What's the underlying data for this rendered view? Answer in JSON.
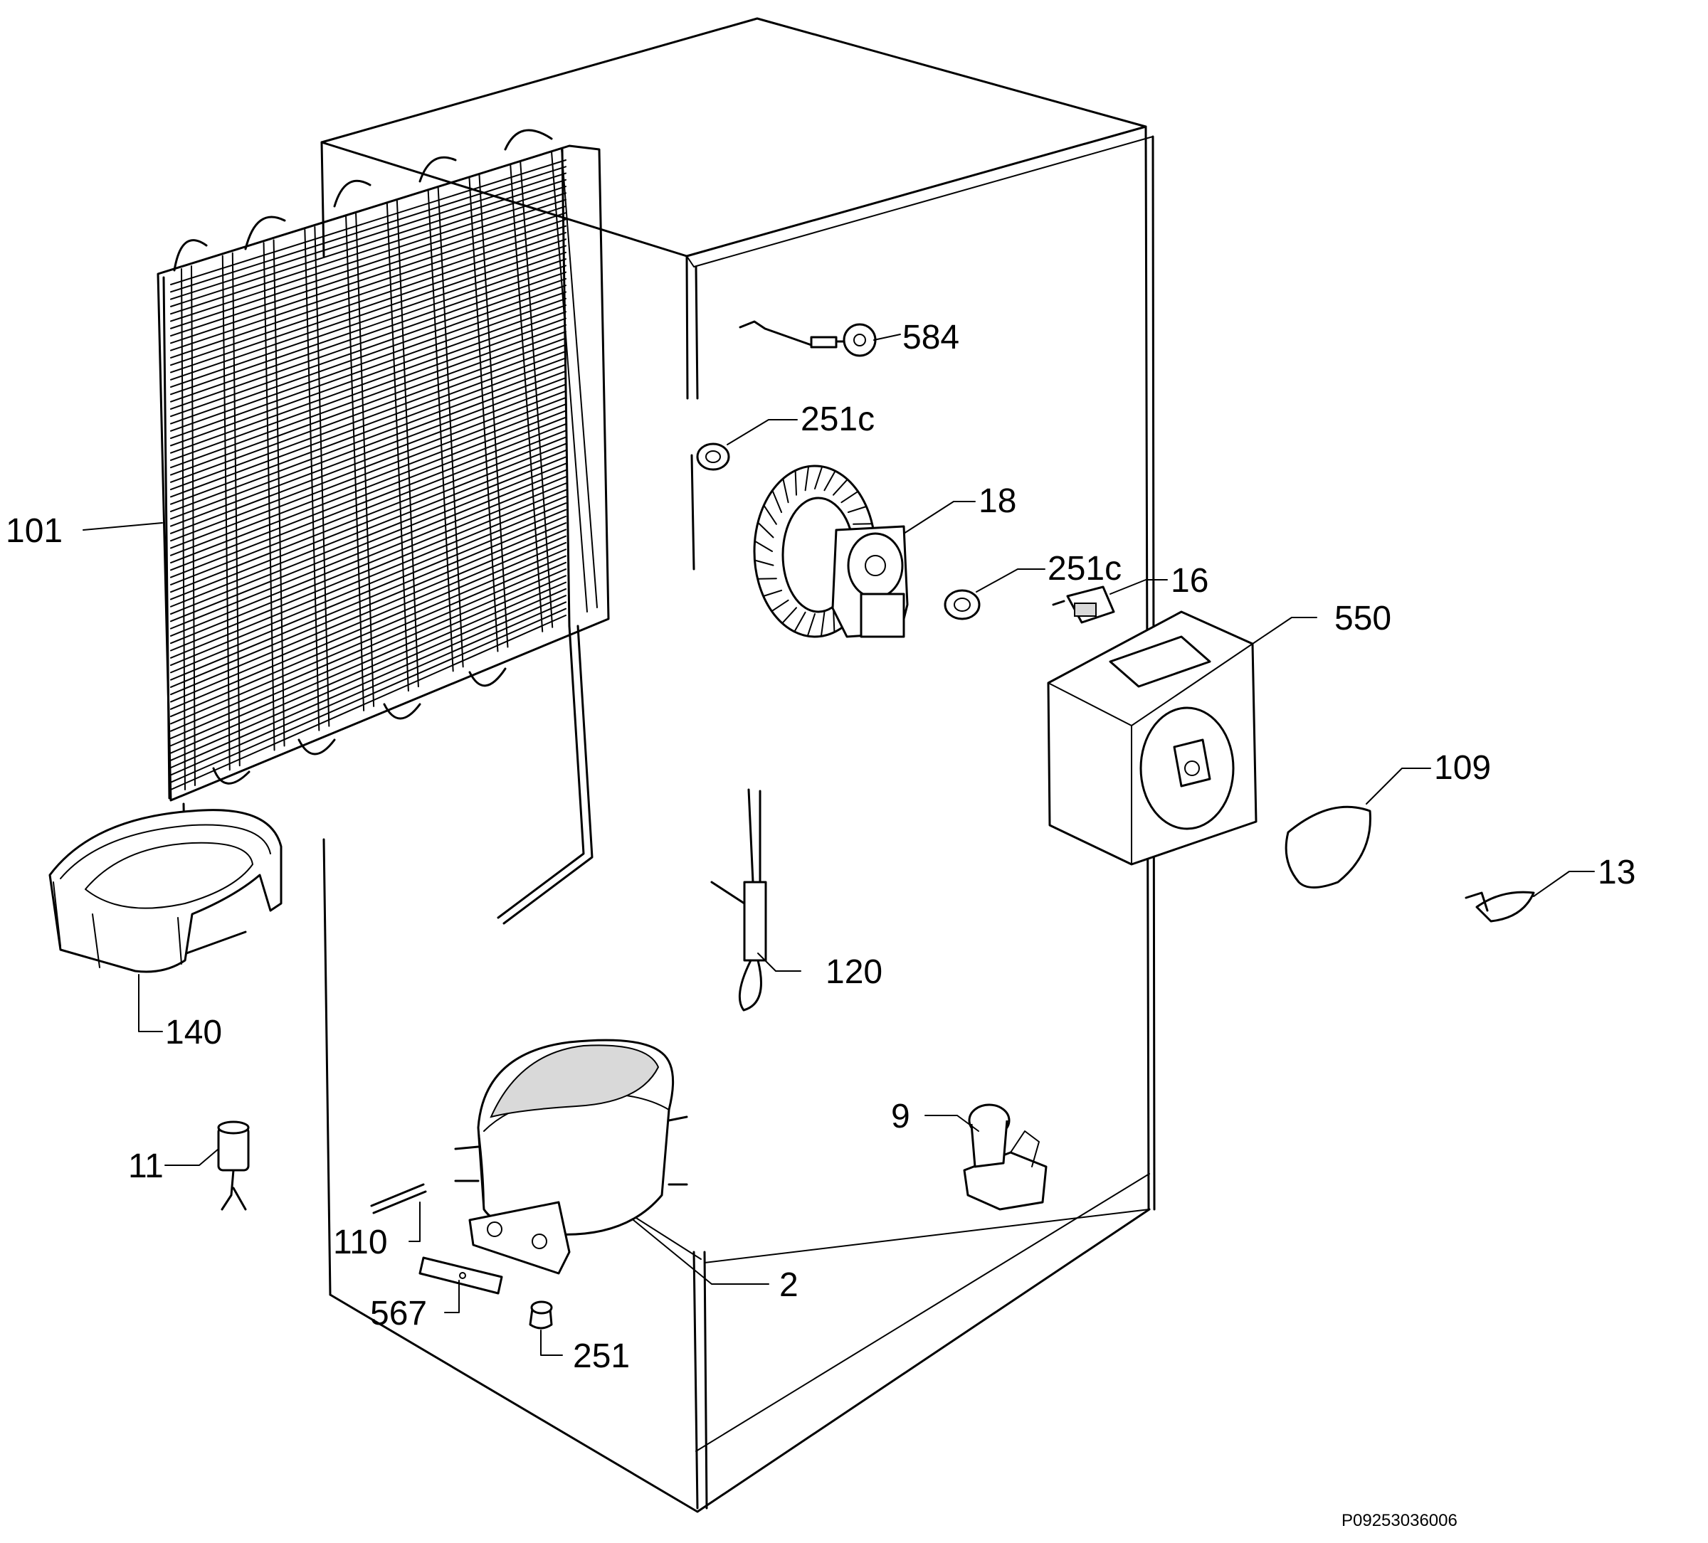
{
  "figure_code": "P09253036006",
  "labels": [
    {
      "id": "101",
      "text": "101"
    },
    {
      "id": "584",
      "text": "584"
    },
    {
      "id": "251c_a",
      "text": "251c"
    },
    {
      "id": "18",
      "text": "18"
    },
    {
      "id": "251c_b",
      "text": "251c"
    },
    {
      "id": "16",
      "text": "16"
    },
    {
      "id": "550",
      "text": "550"
    },
    {
      "id": "109",
      "text": "109"
    },
    {
      "id": "13",
      "text": "13"
    },
    {
      "id": "120",
      "text": "120"
    },
    {
      "id": "140",
      "text": "140"
    },
    {
      "id": "11",
      "text": "11"
    },
    {
      "id": "9",
      "text": "9"
    },
    {
      "id": "110",
      "text": "110"
    },
    {
      "id": "2",
      "text": "2"
    },
    {
      "id": "567",
      "text": "567"
    },
    {
      "id": "251",
      "text": "251"
    }
  ]
}
